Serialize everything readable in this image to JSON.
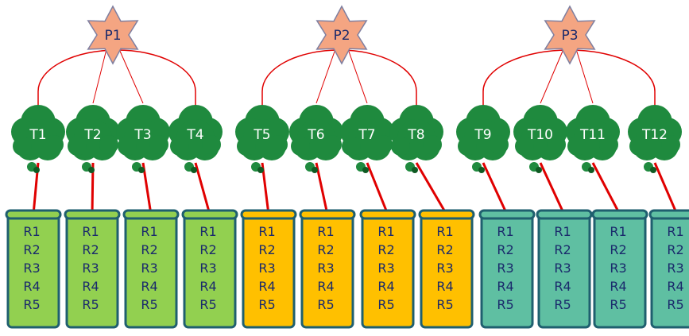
{
  "colors": {
    "star_fill": "#f4a582",
    "star_stroke": "#7f7fa0",
    "tree_fill": "#1f8a3e",
    "tree_stroke": "#0f5a23",
    "tree_label": "#ffffff",
    "link_red": "#e00000",
    "scroll_text": "#1a2a6c",
    "scroll_border": "#1f5f6f",
    "green_scroll": "#92d050",
    "yellow_scroll": "#ffc000",
    "teal_scroll": "#5fbfa2"
  },
  "groups": [
    {
      "star_label": "P1",
      "color": "green",
      "trees": [
        {
          "label": "T1",
          "records": [
            "R1",
            "R2",
            "R3",
            "R4",
            "R5"
          ]
        },
        {
          "label": "T2",
          "records": [
            "R1",
            "R2",
            "R3",
            "R4",
            "R5"
          ]
        },
        {
          "label": "T3",
          "records": [
            "R1",
            "R2",
            "R3",
            "R4",
            "R5"
          ]
        },
        {
          "label": "T4",
          "records": [
            "R1",
            "R2",
            "R3",
            "R4",
            "R5"
          ]
        }
      ]
    },
    {
      "star_label": "P2",
      "color": "yellow",
      "trees": [
        {
          "label": "T5",
          "records": [
            "R1",
            "R2",
            "R3",
            "R4",
            "R5"
          ]
        },
        {
          "label": "T6",
          "records": [
            "R1",
            "R2",
            "R3",
            "R4",
            "R5"
          ]
        },
        {
          "label": "T7",
          "records": [
            "R1",
            "R2",
            "R3",
            "R4",
            "R5"
          ]
        },
        {
          "label": "T8",
          "records": [
            "R1",
            "R2",
            "R3",
            "R4",
            "R5"
          ]
        }
      ]
    },
    {
      "star_label": "P3",
      "color": "teal",
      "trees": [
        {
          "label": "T9",
          "records": [
            "R1",
            "R2",
            "R3",
            "R4",
            "R5"
          ]
        },
        {
          "label": "T10",
          "records": [
            "R1",
            "R2",
            "R3",
            "R4",
            "R5"
          ]
        },
        {
          "label": "T11",
          "records": [
            "R1",
            "R2",
            "R3",
            "R4",
            "R5"
          ]
        },
        {
          "label": "T12",
          "records": [
            "R1",
            "R2",
            "R3",
            "R4",
            "R5"
          ]
        }
      ]
    }
  ]
}
